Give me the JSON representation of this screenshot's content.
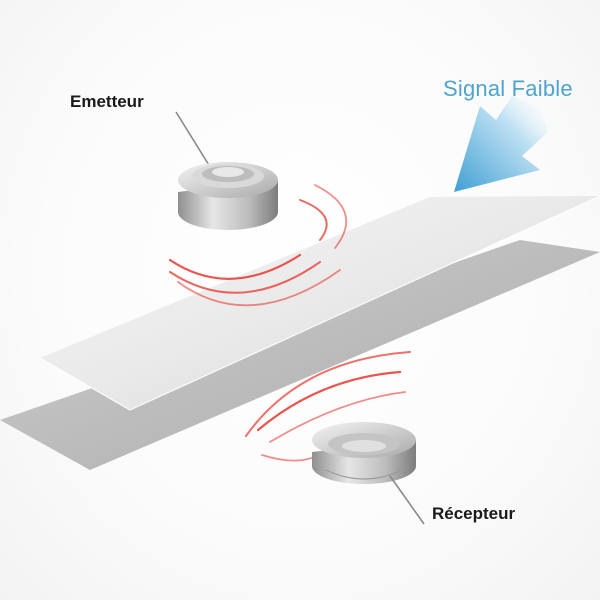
{
  "labels": {
    "emitter": "Emetteur",
    "receiver": "Récepteur",
    "signal": "Signal Faible"
  },
  "colors": {
    "signal_text": "#4fa3cf",
    "arrow": "#5aaedc",
    "wave": "#e8413a",
    "sheet_light": "#ececec",
    "sheet_dark": "#b9b9b9",
    "metal": "#c8c8c8",
    "label_text": "#1a1a1a"
  },
  "icons": {
    "emitter": "sensor-disc-icon",
    "receiver": "sensor-disc-icon",
    "arrow": "arrow-down-left-icon"
  }
}
